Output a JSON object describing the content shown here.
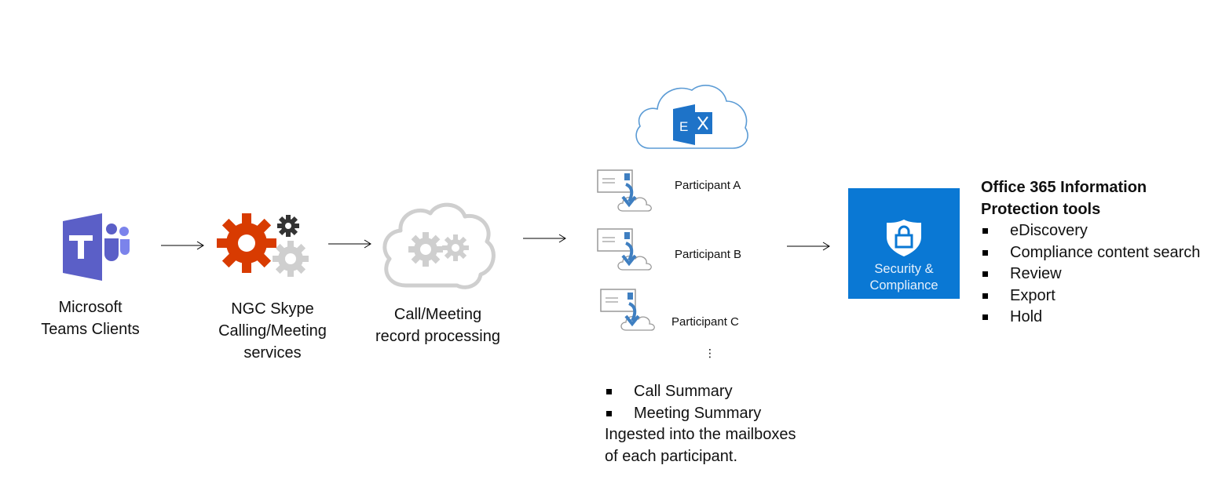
{
  "diagram": {
    "nodes": [
      {
        "id": "teams",
        "icon": "microsoft-teams-icon",
        "label_lines": [
          "Microsoft",
          "Teams Clients"
        ]
      },
      {
        "id": "ngc",
        "icon": "gears-icon",
        "label_lines": [
          "NGC Skype",
          "Calling/Meeting",
          "services"
        ]
      },
      {
        "id": "processing",
        "icon": "cloud-gears-icon",
        "label_lines": [
          "Call/Meeting",
          "record processing"
        ]
      },
      {
        "id": "exchange",
        "icon": "exchange-online-cloud-icon"
      },
      {
        "id": "security",
        "icon": "security-compliance-tile",
        "tile_lines": [
          "Security &",
          "Compliance"
        ]
      }
    ],
    "participants": [
      {
        "label": "Participant A",
        "icon": "mail-to-cloud-icon"
      },
      {
        "label": "Participant B",
        "icon": "mail-to-cloud-icon"
      },
      {
        "label": "Participant C",
        "icon": "mail-to-cloud-icon"
      }
    ],
    "ellipsis": "⋮",
    "summary": {
      "bullets": [
        "Call Summary",
        "Meeting Summary"
      ],
      "text_lines": [
        "Ingested into  the mailboxes",
        "of each participant."
      ]
    },
    "tools": {
      "title_lines": [
        "Office 365 Information",
        "Protection tools"
      ],
      "items": [
        "eDiscovery",
        "Compliance content search",
        "Review",
        "Export",
        "Hold"
      ]
    },
    "colors": {
      "teams_purple": "#5b5fc7",
      "ngc_orange": "#d83b01",
      "ngc_dark": "#333333",
      "light_gray": "#cfcfcf",
      "exchange_blue": "#0f6cbd",
      "cloud_outline": "#4a90d9",
      "security_blue": "#0a78d4",
      "arrow_blue": "#3f7fc1"
    }
  }
}
